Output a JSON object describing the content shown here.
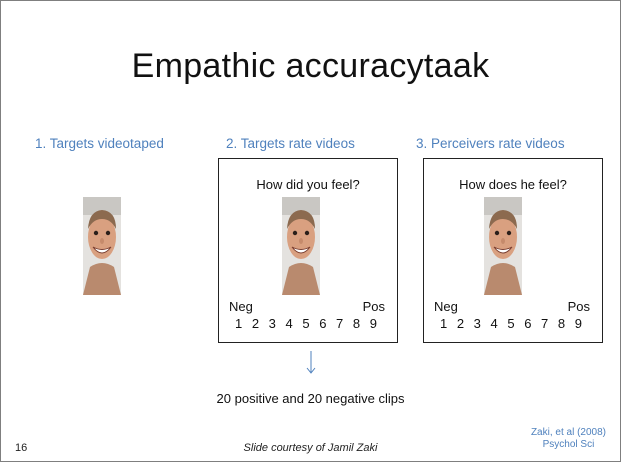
{
  "title": "Empathic accuracytaak",
  "steps": [
    "1. Targets videotaped",
    "2. Targets rate videos",
    "3. Perceivers rate videos"
  ],
  "panels": [
    {
      "question": "How did you feel?",
      "neg_label": "Neg",
      "pos_label": "Pos",
      "scale": "1 2 3 4 5 6 7 8 9"
    },
    {
      "question": "How does he feel?",
      "neg_label": "Neg",
      "pos_label": "Pos",
      "scale": "1 2 3 4 5 6 7 8 9"
    }
  ],
  "summary": "20 positive and 20 negative clips",
  "page_number": "16",
  "courtesy": "Slide courtesy of Jamil Zaki",
  "citation": [
    "Zaki, et al (2008)",
    "Psychol Sci"
  ],
  "colors": {
    "accent": "#4f81bd",
    "text": "#111111",
    "border": "#7f7f7f"
  },
  "icons": [
    "face-photo",
    "down-arrow-icon"
  ]
}
